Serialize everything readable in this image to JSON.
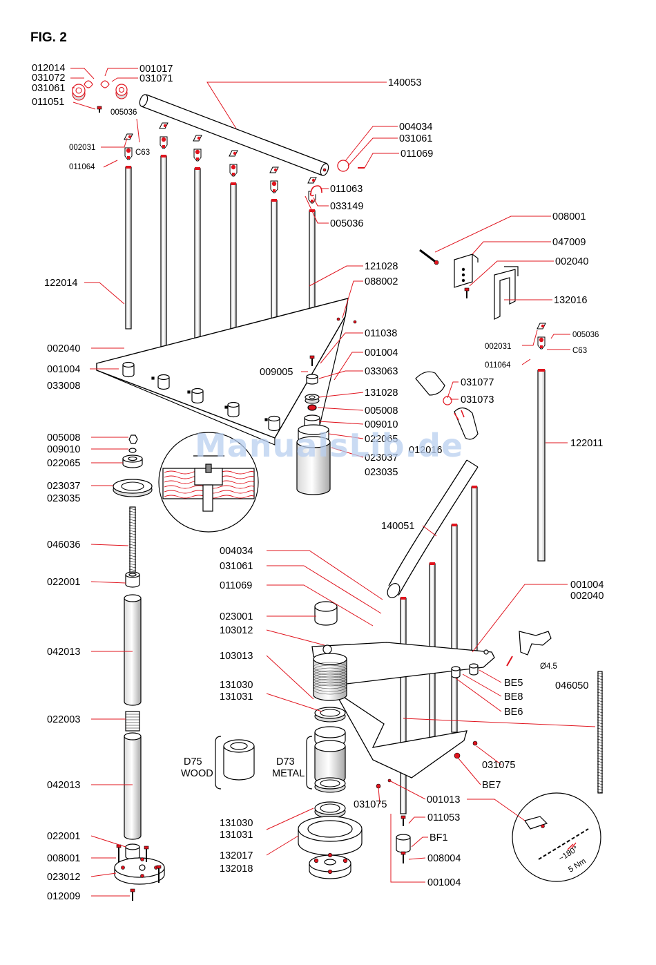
{
  "figure": {
    "title": "FIG. 2"
  },
  "watermark": "ManualsLib.de",
  "colors": {
    "line": "#000000",
    "leader": "#e0141e",
    "part_red": "#e0141e",
    "watermark": "#b9cff0"
  },
  "labels": [
    {
      "id": "l1",
      "text": "012014"
    },
    {
      "id": "l2",
      "text": "031072"
    },
    {
      "id": "l3",
      "text": "031061"
    },
    {
      "id": "l4",
      "text": "001017"
    },
    {
      "id": "l5",
      "text": "031071"
    },
    {
      "id": "l6",
      "text": "140053"
    },
    {
      "id": "l7",
      "text": "011051"
    },
    {
      "id": "l8",
      "text": "005036"
    },
    {
      "id": "l9",
      "text": "002031"
    },
    {
      "id": "l10",
      "text": "C63"
    },
    {
      "id": "l11",
      "text": "011064"
    },
    {
      "id": "l12",
      "text": "004034"
    },
    {
      "id": "l13",
      "text": "031061"
    },
    {
      "id": "l14",
      "text": "011069"
    },
    {
      "id": "l15",
      "text": "011063"
    },
    {
      "id": "l16",
      "text": "033149"
    },
    {
      "id": "l17",
      "text": "005036"
    },
    {
      "id": "l18",
      "text": "008001"
    },
    {
      "id": "l19",
      "text": "047009"
    },
    {
      "id": "l20",
      "text": "002040"
    },
    {
      "id": "l21",
      "text": "132016"
    },
    {
      "id": "l22",
      "text": "122014"
    },
    {
      "id": "l23",
      "text": "121028"
    },
    {
      "id": "l24",
      "text": "088002"
    },
    {
      "id": "l25",
      "text": "011038"
    },
    {
      "id": "l26",
      "text": "001004"
    },
    {
      "id": "l27",
      "text": "033063"
    },
    {
      "id": "l28",
      "text": "131028"
    },
    {
      "id": "l29",
      "text": "005008"
    },
    {
      "id": "l30",
      "text": "009010"
    },
    {
      "id": "l31",
      "text": "022065"
    },
    {
      "id": "l32",
      "text": "023037"
    },
    {
      "id": "l33",
      "text": "023035"
    },
    {
      "id": "l34",
      "text": "002040"
    },
    {
      "id": "l35",
      "text": "001004"
    },
    {
      "id": "l36",
      "text": "033008"
    },
    {
      "id": "l37",
      "text": "009005"
    },
    {
      "id": "l38",
      "text": "002031"
    },
    {
      "id": "l39",
      "text": "005036"
    },
    {
      "id": "l40",
      "text": "C63"
    },
    {
      "id": "l41",
      "text": "011064"
    },
    {
      "id": "l42",
      "text": "031077"
    },
    {
      "id": "l43",
      "text": "031073"
    },
    {
      "id": "l44",
      "text": "012016"
    },
    {
      "id": "l45",
      "text": "122011"
    },
    {
      "id": "l46",
      "text": "005008"
    },
    {
      "id": "l47",
      "text": "009010"
    },
    {
      "id": "l48",
      "text": "022065"
    },
    {
      "id": "l49",
      "text": "023037"
    },
    {
      "id": "l50",
      "text": "023035"
    },
    {
      "id": "l51",
      "text": "046036"
    },
    {
      "id": "l52",
      "text": "022001"
    },
    {
      "id": "l53",
      "text": "042013"
    },
    {
      "id": "l54",
      "text": "022003"
    },
    {
      "id": "l55",
      "text": "042013"
    },
    {
      "id": "l56",
      "text": "022001"
    },
    {
      "id": "l57",
      "text": "008001"
    },
    {
      "id": "l58",
      "text": "023012"
    },
    {
      "id": "l59",
      "text": "012009"
    },
    {
      "id": "l60",
      "text": "140051"
    },
    {
      "id": "l61",
      "text": "004034"
    },
    {
      "id": "l62",
      "text": "031061"
    },
    {
      "id": "l63",
      "text": "011069"
    },
    {
      "id": "l64",
      "text": "023001"
    },
    {
      "id": "l65",
      "text": "103012"
    },
    {
      "id": "l66",
      "text": "103013"
    },
    {
      "id": "l67",
      "text": "131030"
    },
    {
      "id": "l68",
      "text": "131031"
    },
    {
      "id": "l69",
      "text": "001004"
    },
    {
      "id": "l70",
      "text": "002040"
    },
    {
      "id": "l71",
      "text": "Ø4.5"
    },
    {
      "id": "l72",
      "text": "BE5"
    },
    {
      "id": "l73",
      "text": "BE8"
    },
    {
      "id": "l74",
      "text": "BE6"
    },
    {
      "id": "l75",
      "text": "046050"
    },
    {
      "id": "l76",
      "text": "D75"
    },
    {
      "id": "l77",
      "text": "WOOD"
    },
    {
      "id": "l78",
      "text": "D73"
    },
    {
      "id": "l79",
      "text": "METAL"
    },
    {
      "id": "l80",
      "text": "031075"
    },
    {
      "id": "l81",
      "text": "BE7"
    },
    {
      "id": "l82",
      "text": "031075"
    },
    {
      "id": "l83",
      "text": "001013"
    },
    {
      "id": "l84",
      "text": "131030"
    },
    {
      "id": "l85",
      "text": "131031"
    },
    {
      "id": "l86",
      "text": "132017"
    },
    {
      "id": "l87",
      "text": "132018"
    },
    {
      "id": "l88",
      "text": "011053"
    },
    {
      "id": "l89",
      "text": "BF1"
    },
    {
      "id": "l90",
      "text": "008004"
    },
    {
      "id": "l91",
      "text": "001004"
    },
    {
      "id": "l92",
      "text": "~180°"
    },
    {
      "id": "l93",
      "text": "5 Nm"
    }
  ]
}
